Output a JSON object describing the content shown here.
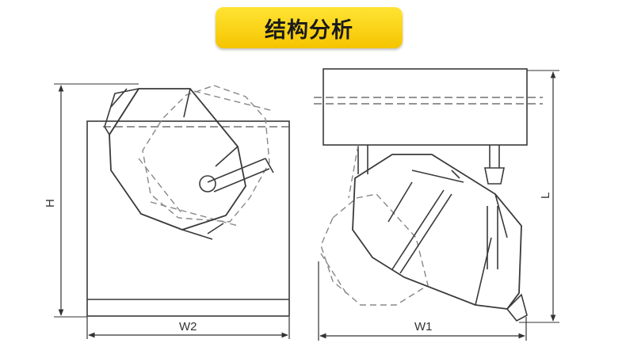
{
  "title": "结构分析",
  "labels": {
    "height_left": "H",
    "width_left": "W2",
    "width_right": "W1",
    "length_right": "L"
  },
  "colors": {
    "badge": "#f5c400",
    "line": "#3a3a3a",
    "dashed": "#777777"
  }
}
